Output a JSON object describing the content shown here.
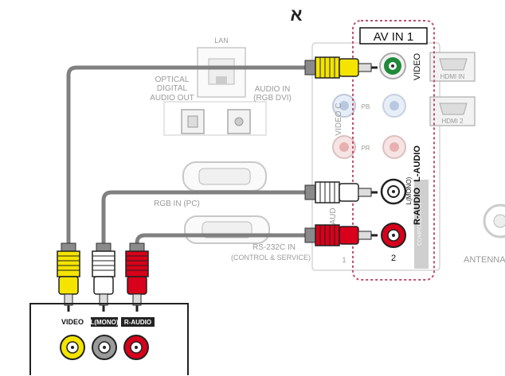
{
  "header": {
    "title": "א"
  },
  "tv_panel": {
    "lan": "LAN",
    "optical_line1": "OPTICAL",
    "optical_line2": "DIGITAL",
    "optical_line3": "AUDIO OUT",
    "audio_in_line1": "AUDIO IN",
    "audio_in_line2": "(RGB DVI)",
    "rgb_in": "RGB IN (PC)",
    "rs232_line1": "RS-232C IN",
    "rs232_line2": "(CONTROL & SERVICE)",
    "video_c": "VIDEO C",
    "audio_partial": "AUD",
    "pb": "PB",
    "pr": "PR",
    "hdmi_in": "HDMI IN",
    "hdmi_2": "HDMI 2",
    "antenna": "ANTENNA",
    "component_label": "COMPONENT IN",
    "num_1": "1"
  },
  "av_in": {
    "title": "AV IN 1",
    "video": "VIDEO",
    "audio_l": "L-AUDIO",
    "audio_l_mono": "L(MONO)",
    "audio_r": "R-AUDIO",
    "num_2": "2"
  },
  "device": {
    "video": "VIDEO",
    "audio_l": "L(MONO)",
    "audio_r": "R-AUDIO"
  },
  "colors": {
    "video": "#f4e400",
    "audio_l": "#ffffff",
    "audio_r": "#d8001a",
    "jack_green": "#1f8a3a",
    "highlight_border": "#c0506a",
    "cable": "#808080"
  }
}
